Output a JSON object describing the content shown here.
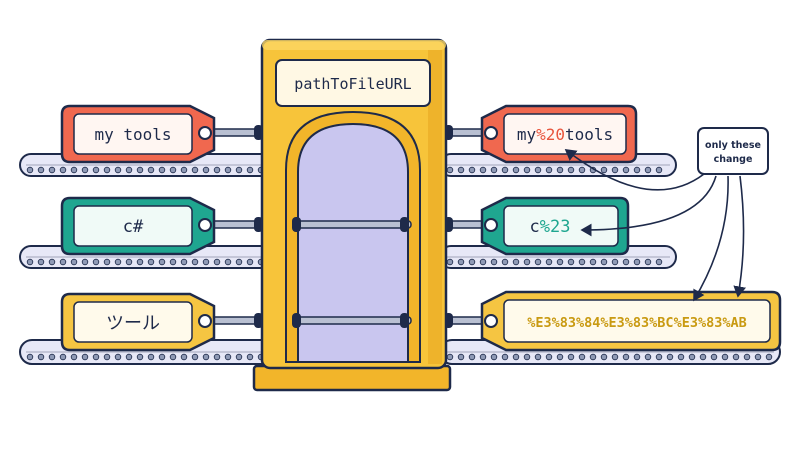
{
  "machine": {
    "label": "pathToFileURL"
  },
  "inputs": [
    {
      "text": "my tools",
      "color": "#f0684f"
    },
    {
      "text": "c#",
      "color": "#1fa690"
    },
    {
      "text": "ツール",
      "color": "#f5c542"
    }
  ],
  "outputs": [
    {
      "plain_prefix": "my",
      "encoded": "%20",
      "plain_suffix": "tools",
      "encoded_color": "#e8553d",
      "color": "#f0684f"
    },
    {
      "plain_prefix": "c",
      "encoded": "%23",
      "plain_suffix": "",
      "encoded_color": "#1fa690",
      "color": "#1fa690"
    },
    {
      "plain_prefix": "",
      "encoded": "%E3%83%84%E3%83%BC%E3%83%AB",
      "plain_suffix": "",
      "encoded_color": "#c99a12",
      "color": "#f5c542"
    }
  ],
  "callout": {
    "line1": "only these",
    "line2": "change"
  },
  "colors": {
    "outline": "#1e2a4a",
    "machine": "#f7c43a",
    "window": "#c9c6ef",
    "belt": "#e7e8f7",
    "rod": "#9aa3b8"
  }
}
